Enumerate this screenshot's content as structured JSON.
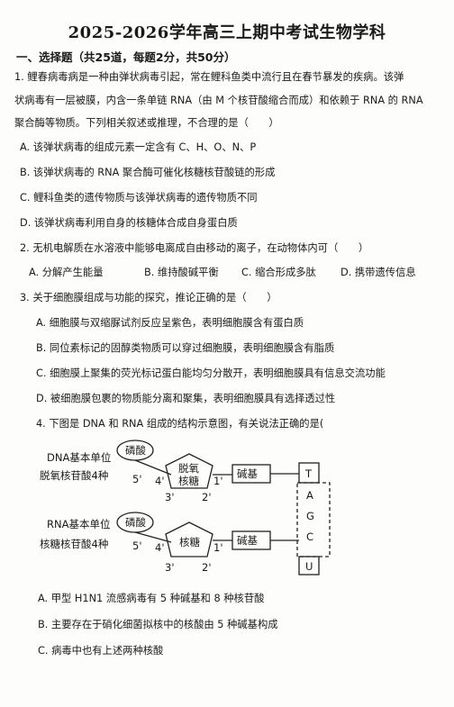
{
  "title": "2025-2026学年高三上期中考试生物学科",
  "section": "一、选择题（共25道，每题2分，共50分）",
  "q1": {
    "line1": "1. 鲤春病毒病是一种由弹状病毒引起，常在鲤科鱼类中流行且在春节暴发的疾病。该弹",
    "line2": "状病毒有一层被膜，内含一条单链 RNA（由 M 个核苷酸缩合而成）和依赖于 RNA 的 RNA",
    "line3": "聚合酶等物质。下列相关叙述或推理，不合理的是（　　）",
    "A": "A. 该弹状病毒的组成元素一定含有 C、H、O、N、P",
    "B": "B. 该弹状病毒的 RNA 聚合酶可催化核糖核苷酸链的形成",
    "C": "C. 鲤科鱼类的遗传物质与该弹状病毒的遗传物质不同",
    "D": "D. 该弹状病毒利用自身的核糖体合成自身蛋白质"
  },
  "q2": {
    "line1": "2. 无机电解质在水溶液中能够电离成自由移动的离子，在动物体内可（　　）",
    "A": "A. 分解产生能量",
    "B": "B. 维持酸碱平衡",
    "C": "C. 缩合形成多肽",
    "D": "D. 携带遗传信息"
  },
  "q3": {
    "line1": "3. 关于细胞膜组成与功能的探究，推论正确的是（　　）",
    "A": "A. 细胞膜与双缩脲试剂反应呈紫色，表明细胞膜含有蛋白质",
    "B": "B. 同位素标记的固醇类物质可以穿过细胞膜，表明细胞膜含有脂质",
    "C": "C. 细胞膜上聚集的荧光标记蛋白能均匀分散开，表明细胞膜具有信息交流功能",
    "D": "D. 被细胞膜包裹的物质能分离和聚集，表明细胞膜具有选择透过性"
  },
  "q4": {
    "line1": "4. 下图是 DNA 和 RNA 组成的结构示意图，有关说法正确的是(",
    "A": "A. 甲型 H1N1 流感病毒有 5 种碱基和 8 种核苷酸",
    "B": "B. 主要存在于硝化细菌拟核中的核酸由 5 种碱基构成",
    "C": "C. 病毒中也有上述两种核酸"
  },
  "diagram": {
    "dna_unit": "DNA基本单位",
    "dna_name": "脱氧核苷酸4种",
    "rna_unit": "RNA基本单位",
    "rna_name": "核糖核苷酸4种",
    "phosphate": "磷酸",
    "deoxyribose_1": "脱氧",
    "deoxyribose_2": "核糖",
    "ribose": "核糖",
    "base": "碱基",
    "c5": "5'",
    "c4": "4'",
    "c3": "3'",
    "c2": "2'",
    "c1": "1'",
    "bases": [
      "T",
      "A",
      "G",
      "C",
      "U"
    ]
  }
}
